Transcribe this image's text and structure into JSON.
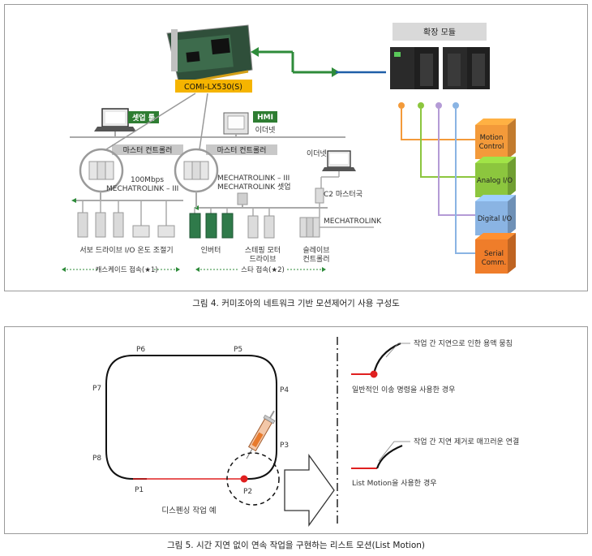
{
  "figure4": {
    "caption": "그림 4. 커미조아의 네트워크 기반 모션제어기 사용 구성도",
    "card_label": "COMI-LX530(S)",
    "expansion_module": "확장 모듈",
    "setup_tool": "셋업 툴",
    "hmi": "HMI",
    "ethernet_hmi": "이더넷",
    "ethernet_right": "이더넷",
    "master_controller_1": "마스터 컨트롤러",
    "master_controller_2": "마스터 컨트롤러",
    "speed_line1": "100Mbps",
    "speed_line2": "MECHATROLINK – III",
    "setup_line1": "MECHATROLINK – III",
    "setup_line2": "MECHATROLINK 셋업",
    "c2_master": "C2 마스터국",
    "mechatrolink": "MECHATROLINK",
    "servo_label": "서보 드라이브 I/O 온도 조절기",
    "inverter": "인버터",
    "stepping_1": "스테핑 모터",
    "stepping_2": "드라이브",
    "slave_1": "슬레이브",
    "slave_2": "컨트롤러",
    "cascade": "캐스케이드 접속(★1)",
    "star": "스타 접속(★2)",
    "modules": [
      {
        "line1": "Motion",
        "line2": "Control",
        "color": "#f39a3a"
      },
      {
        "line1": "Analog I/O",
        "line2": "",
        "color": "#8cc63e"
      },
      {
        "line1": "Digital I/O",
        "line2": "",
        "color": "#8ab4e3"
      },
      {
        "line1": "Serial",
        "line2": "Comm.",
        "color": "#ef7d2a"
      }
    ],
    "colors": {
      "green_arrow": "#2e8b3a",
      "blue_line": "#1f5fa8",
      "card_label_bg": "#f5b400",
      "hmi_bg": "#2e7d32"
    }
  },
  "figure5": {
    "caption": "그림 5. 시간 지연 없이 연속 작업을 구현하는 리스트 모션(List Motion)",
    "points": [
      "P1",
      "P2",
      "P3",
      "P4",
      "P5",
      "P6",
      "P7",
      "P8"
    ],
    "example_label": "디스펜싱 작업 예",
    "note_top": "작업 간 지연으로 인한 용액 뭉침",
    "note_top_sub": "일반적인 이송 명령을 사용한 경우",
    "note_bottom": "작업 간 지연 제거로 매끄러운 연결",
    "note_bottom_sub": "List Motion을 사용한 경우",
    "colors": {
      "path_red": "#e02020",
      "path_black": "#111111"
    }
  }
}
